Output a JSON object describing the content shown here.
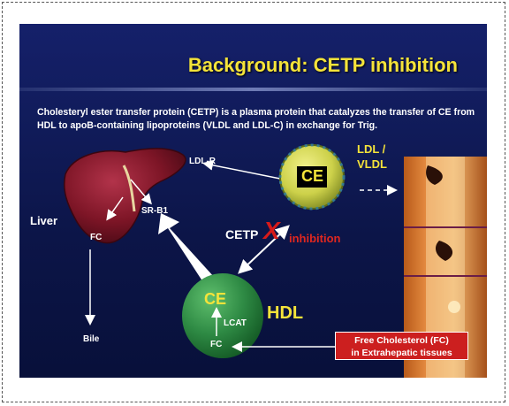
{
  "title": "Background: CETP inhibition",
  "description": "Cholesteryl ester transfer protein (CETP) is a plasma protein that catalyzes the transfer of CE from HDL to apoB-containing lipoproteins (VLDL and LDL-C) in exchange for Trig.",
  "labels": {
    "liver": "Liver",
    "liver_fc": "FC",
    "ldl_r": "LDL-R",
    "sr_b1": "SR-B1",
    "bile": "Bile",
    "ldl_ce": "CE",
    "ldl_vldl_line1": "LDL /",
    "ldl_vldl_line2": "VLDL",
    "cetp": "CETP",
    "cetp_x": "X",
    "inhibition": "inhibition",
    "hdl": "HDL",
    "hdl_ce": "CE",
    "lcat": "LCAT",
    "hdl_fc": "FC",
    "tissue_box_line1": "Free Cholesterol (FC)",
    "tissue_box_line2": "in Extrahepatic tissues"
  },
  "colors": {
    "title": "#f4e33a",
    "inhibition": "#e0271f",
    "cetp_x": "#d61a1a",
    "hdl_sphere": "#2e8a44",
    "liver": "#8c1c2a",
    "tissue_box": "#cc1f1f",
    "ldl_ce_text": "#f4e33a"
  },
  "icons": {
    "liver": "liver-illustration",
    "ldl_particle": "ldl-particle-icon",
    "hdl_particle": "hdl-particle-icon",
    "artery": "artery-wall-illustration"
  }
}
